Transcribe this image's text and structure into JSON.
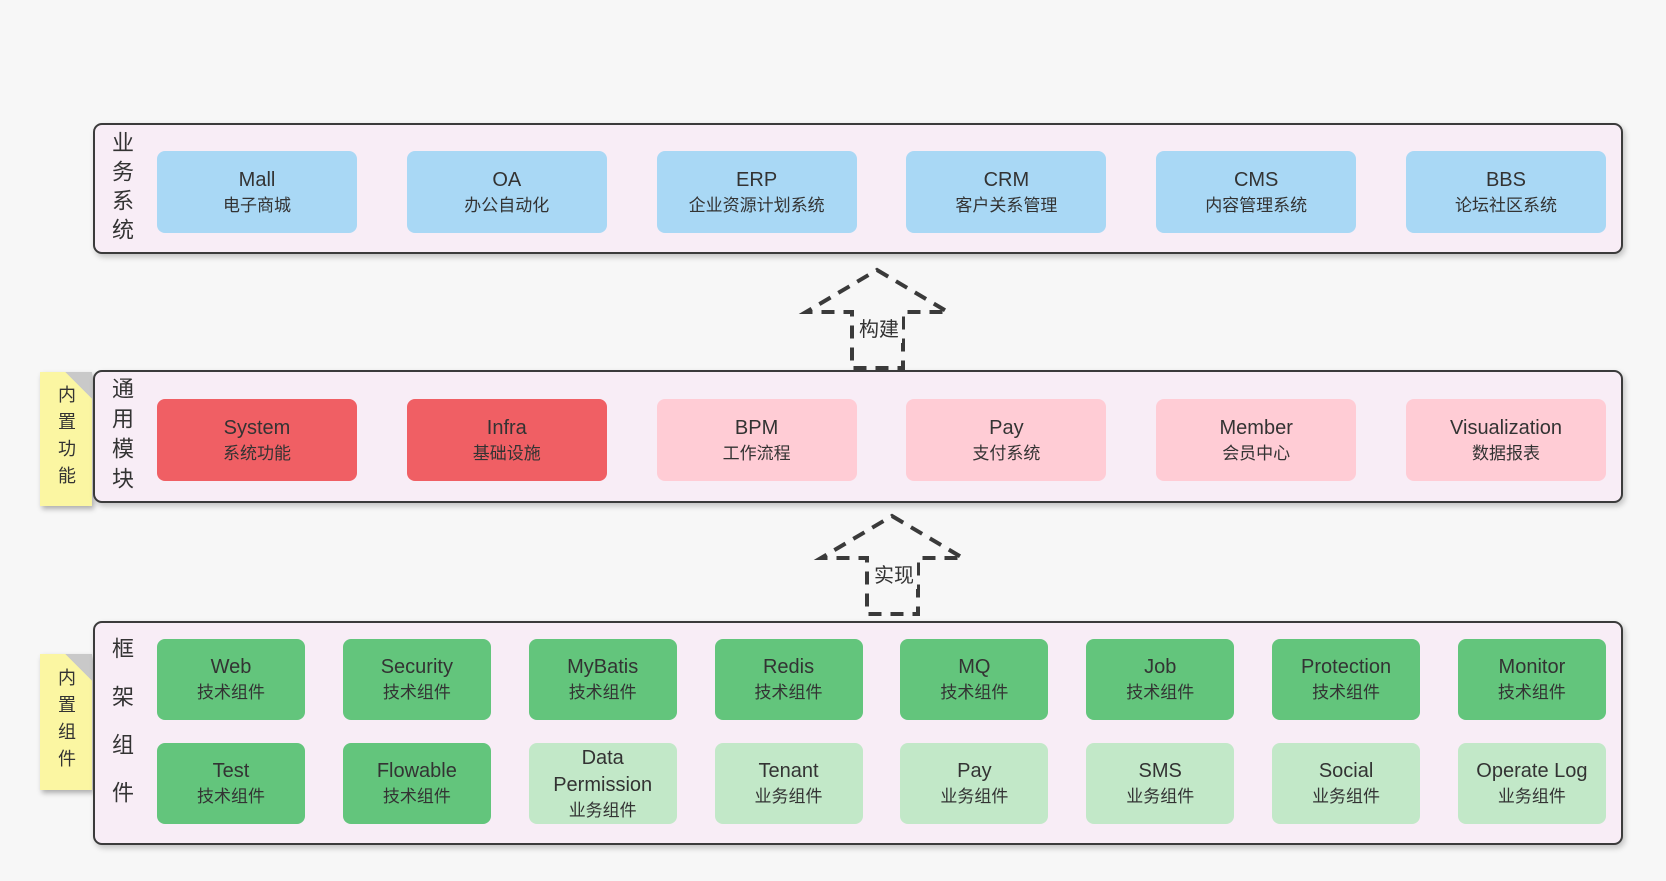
{
  "colors": {
    "page_bg": "#f7f7f7",
    "band_bg": "#f8edf6",
    "band_border": "#3b3b3b",
    "box_blue": "#a9d8f5",
    "box_red": "#f05f64",
    "box_pink": "#ffccd5",
    "box_green": "#63c57c",
    "box_light_green": "#c2e8c8",
    "note_yellow": "#fbf6a2",
    "note_fold_gray": "#c9c9c9",
    "text": "#333333"
  },
  "arrows": {
    "build": "构建",
    "implement": "实现"
  },
  "bands": {
    "business": {
      "label": "业务系统",
      "boxes": [
        {
          "title": "Mall",
          "subtitle": "电子商城",
          "variant": "blue"
        },
        {
          "title": "OA",
          "subtitle": "办公自动化",
          "variant": "blue"
        },
        {
          "title": "ERP",
          "subtitle": "企业资源计划系统",
          "variant": "blue"
        },
        {
          "title": "CRM",
          "subtitle": "客户关系管理",
          "variant": "blue"
        },
        {
          "title": "CMS",
          "subtitle": "内容管理系统",
          "variant": "blue"
        },
        {
          "title": "BBS",
          "subtitle": "论坛社区系统",
          "variant": "blue"
        }
      ]
    },
    "modules": {
      "label": "通用模块",
      "note": "内置功能",
      "boxes": [
        {
          "title": "System",
          "subtitle": "系统功能",
          "variant": "red"
        },
        {
          "title": "Infra",
          "subtitle": "基础设施",
          "variant": "red"
        },
        {
          "title": "BPM",
          "subtitle": "工作流程",
          "variant": "pink"
        },
        {
          "title": "Pay",
          "subtitle": "支付系统",
          "variant": "pink"
        },
        {
          "title": "Member",
          "subtitle": "会员中心",
          "variant": "pink"
        },
        {
          "title": "Visualization",
          "subtitle": "数据报表",
          "variant": "pink"
        }
      ]
    },
    "framework": {
      "label": "框架组件",
      "note": "内置组件",
      "row1": [
        {
          "title": "Web",
          "subtitle": "技术组件",
          "variant": "green"
        },
        {
          "title": "Security",
          "subtitle": "技术组件",
          "variant": "green"
        },
        {
          "title": "MyBatis",
          "subtitle": "技术组件",
          "variant": "green"
        },
        {
          "title": "Redis",
          "subtitle": "技术组件",
          "variant": "green"
        },
        {
          "title": "MQ",
          "subtitle": "技术组件",
          "variant": "green"
        },
        {
          "title": "Job",
          "subtitle": "技术组件",
          "variant": "green"
        },
        {
          "title": "Protection",
          "subtitle": "技术组件",
          "variant": "green"
        },
        {
          "title": "Monitor",
          "subtitle": "技术组件",
          "variant": "green"
        }
      ],
      "row2": [
        {
          "title": "Test",
          "subtitle": "技术组件",
          "variant": "green"
        },
        {
          "title": "Flowable",
          "subtitle": "技术组件",
          "variant": "green"
        },
        {
          "title": "Data Permission",
          "subtitle": "业务组件",
          "variant": "lightgreen"
        },
        {
          "title": "Tenant",
          "subtitle": "业务组件",
          "variant": "lightgreen"
        },
        {
          "title": "Pay",
          "subtitle": "业务组件",
          "variant": "lightgreen"
        },
        {
          "title": "SMS",
          "subtitle": "业务组件",
          "variant": "lightgreen"
        },
        {
          "title": "Social",
          "subtitle": "业务组件",
          "variant": "lightgreen"
        },
        {
          "title": "Operate Log",
          "subtitle": "业务组件",
          "variant": "lightgreen"
        }
      ]
    }
  }
}
